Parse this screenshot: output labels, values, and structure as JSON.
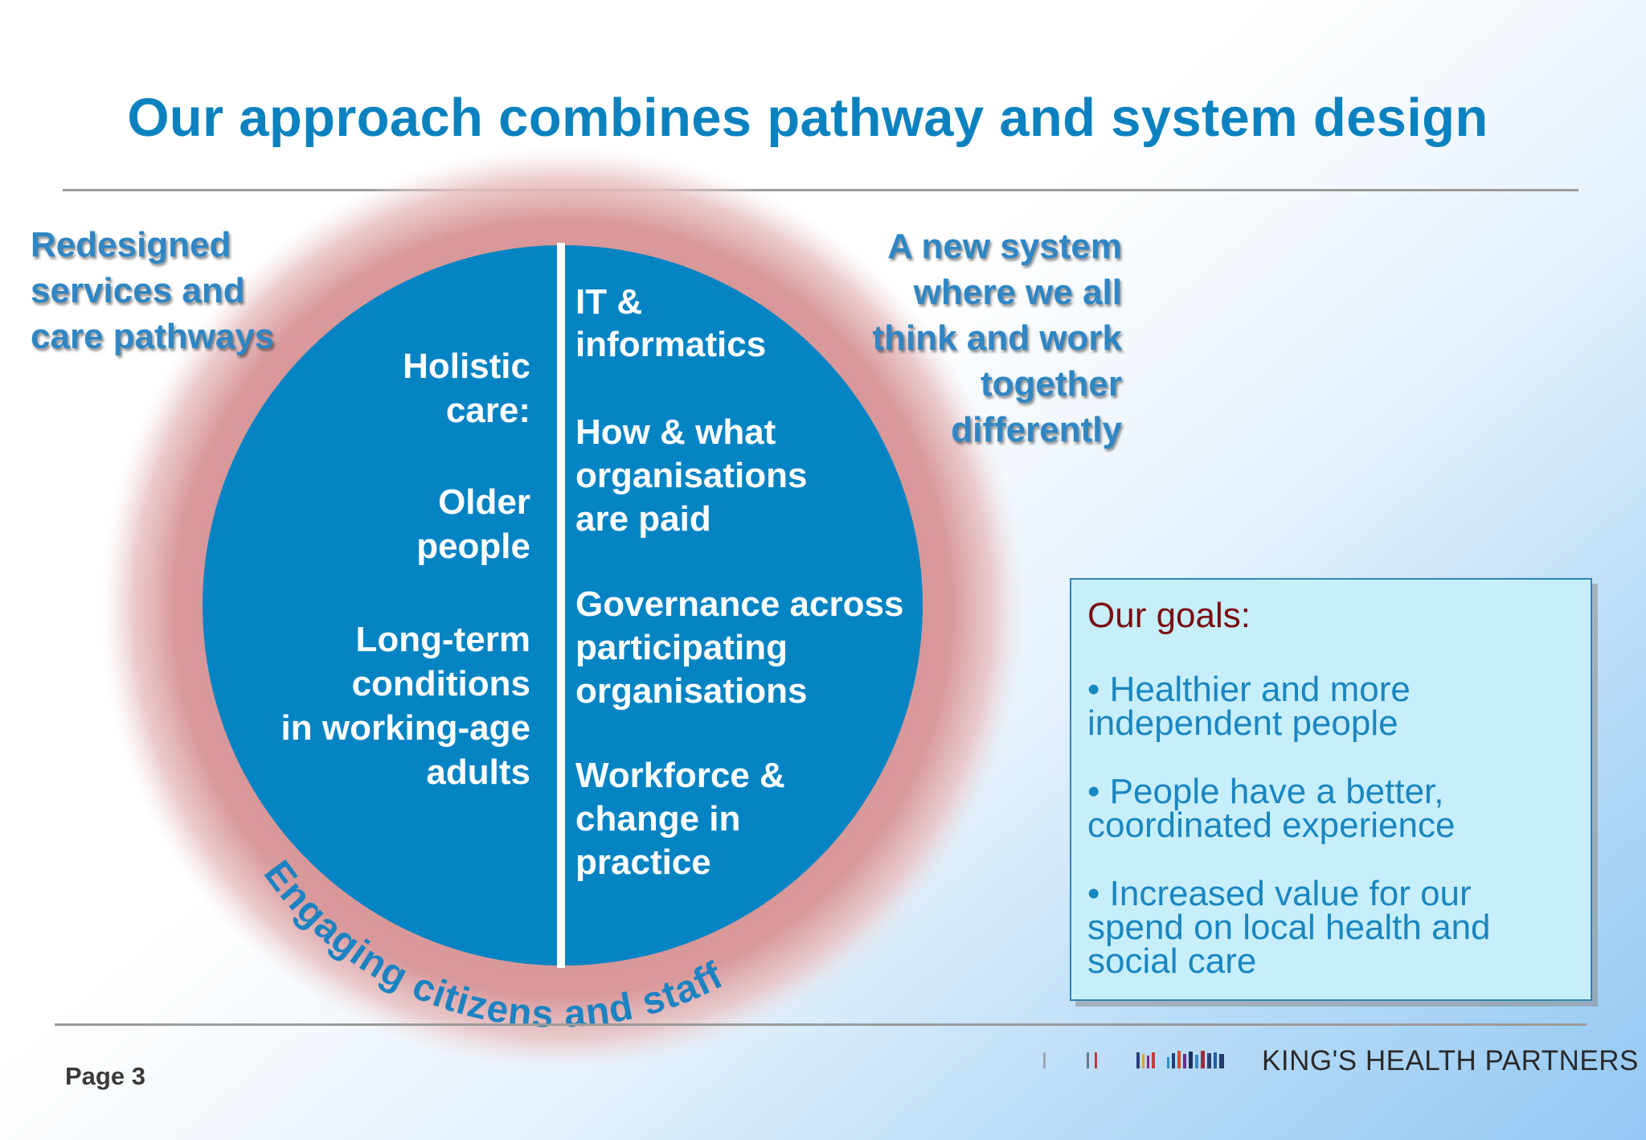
{
  "slide": {
    "title": "Our approach combines pathway and system design",
    "page_label": "Page 3"
  },
  "diagram": {
    "left_heading": [
      "Redesigned",
      "services and",
      "care pathways"
    ],
    "right_heading": [
      "A new system",
      "where we all",
      "think and work",
      "together",
      "differently"
    ],
    "ring_label": "Engaging citizens and staff",
    "left_column": [
      {
        "lines": [
          "Holistic",
          "care:"
        ]
      },
      {
        "lines": [
          "Older",
          "people"
        ]
      },
      {
        "lines": [
          "Long-term",
          "conditions",
          "in working-age",
          "adults"
        ]
      }
    ],
    "right_column": [
      {
        "lines": [
          "IT &",
          "informatics"
        ]
      },
      {
        "lines": [
          "How & what",
          "organisations",
          "are paid"
        ]
      },
      {
        "lines": [
          "Governance across",
          "participating",
          "organisations"
        ]
      },
      {
        "lines": [
          "Workforce &",
          "change in",
          "practice"
        ]
      }
    ],
    "colors": {
      "circle_fill": "#0584c4",
      "ring": "#d9999b",
      "divider": "#ffffff"
    }
  },
  "goals": {
    "title": "Our goals:",
    "items": [
      {
        "line1": "• Healthier and more",
        "line2": "independent people"
      },
      {
        "line1": "• People have a better,",
        "line2": "coordinated experience"
      },
      {
        "line1": "• Increased value for our",
        "line2": "spend on local health and",
        "line3": "social care"
      }
    ]
  },
  "logo": {
    "text": "KING'S HEALTH PARTNERS"
  }
}
